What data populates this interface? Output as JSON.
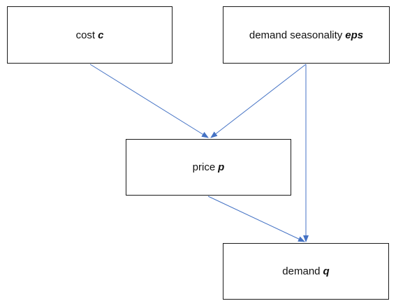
{
  "diagram": {
    "edge_color": "#4472c4",
    "nodes": {
      "cost": {
        "label": "cost",
        "var": "c"
      },
      "seasonality": {
        "label": "demand seasonality",
        "var": "eps"
      },
      "price": {
        "label": "price",
        "var": "p"
      },
      "demand": {
        "label": "demand",
        "var": "q"
      }
    },
    "edges": [
      {
        "from": "cost",
        "to": "price"
      },
      {
        "from": "seasonality",
        "to": "price"
      },
      {
        "from": "seasonality",
        "to": "demand"
      },
      {
        "from": "price",
        "to": "demand"
      }
    ]
  }
}
